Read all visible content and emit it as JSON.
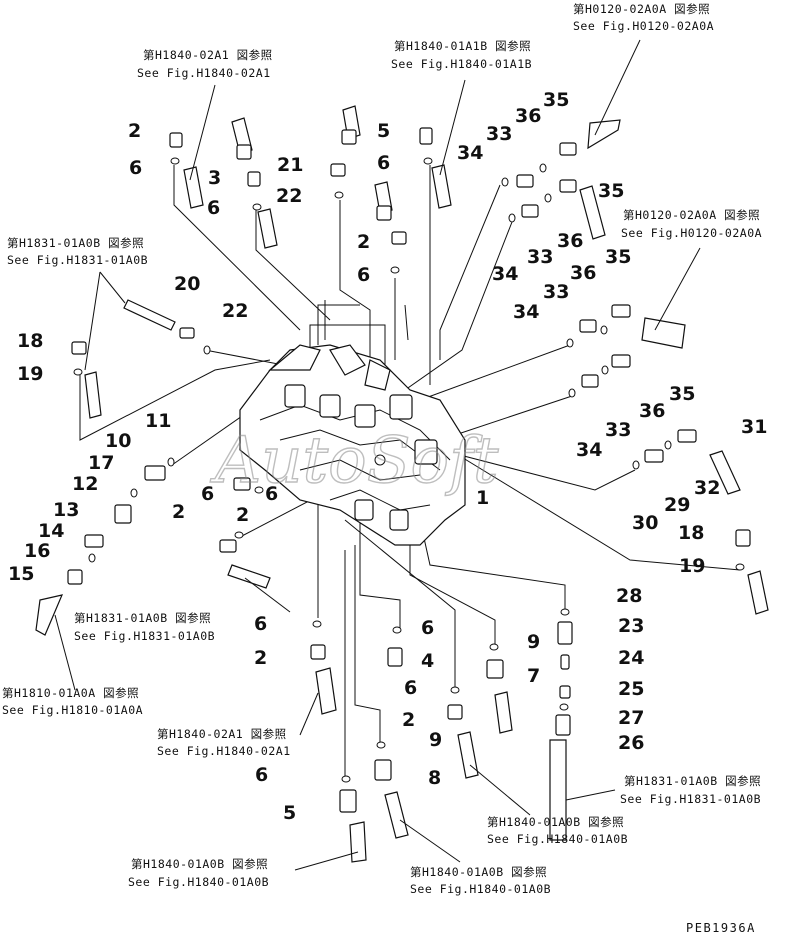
{
  "watermark": "AutoSoft",
  "drawing_code": "PEB1936A",
  "refs": [
    {
      "id": "ref-h0120-top",
      "jp": "第H0120-02A0A 図参照",
      "en": "See Fig.H0120-02A0A"
    },
    {
      "id": "ref-h1840-02a1-top",
      "jp": "第H1840-02A1 図参照",
      "en": "See Fig.H1840-02A1"
    },
    {
      "id": "ref-h1840-01a1b",
      "jp": "第H1840-01A1B 図参照",
      "en": "See Fig.H1840-01A1B"
    },
    {
      "id": "ref-h1831-left",
      "jp": "第H1831-01A0B 図参照",
      "en": "See Fig.H1831-01A0B"
    },
    {
      "id": "ref-h0120-right",
      "jp": "第H0120-02A0A 図参照",
      "en": "See Fig.H0120-02A0A"
    },
    {
      "id": "ref-h1831-mid",
      "jp": "第H1831-01A0B 図参照",
      "en": "See Fig.H1831-01A0B"
    },
    {
      "id": "ref-h1810",
      "jp": "第H1810-01A0A 図参照",
      "en": "See Fig.H1810-01A0A"
    },
    {
      "id": "ref-h1840-02a1-bottom",
      "jp": "第H1840-02A1 図参照",
      "en": "See Fig.H1840-02A1"
    },
    {
      "id": "ref-h1831-right",
      "jp": "第H1831-01A0B 図参照",
      "en": "See Fig.H1831-01A0B"
    },
    {
      "id": "ref-h1840-01a0b-mid",
      "jp": "第H1840-01A0B 図参照",
      "en": "See Fig.H1840-01A0B"
    },
    {
      "id": "ref-h1840-01a0b-left",
      "jp": "第H1840-01A0B 図参照",
      "en": "See Fig.H1840-01A0B"
    },
    {
      "id": "ref-h1840-01a0b-right",
      "jp": "第H1840-01A0B 図参照",
      "en": "See Fig.H1840-01A0B"
    }
  ],
  "callouts": [
    "2",
    "6",
    "3",
    "6",
    "21",
    "22",
    "5",
    "6",
    "2",
    "6",
    "33",
    "36",
    "35",
    "34",
    "35",
    "33",
    "36",
    "34",
    "36",
    "35",
    "33",
    "34",
    "35",
    "36",
    "33",
    "34",
    "31",
    "29",
    "32",
    "30",
    "18",
    "19",
    "20",
    "22",
    "18",
    "19",
    "11",
    "10",
    "17",
    "12",
    "13",
    "14",
    "16",
    "15",
    "2",
    "6",
    "2",
    "6",
    "1",
    "6",
    "2",
    "6",
    "4",
    "6",
    "2",
    "9",
    "7",
    "28",
    "23",
    "24",
    "25",
    "27",
    "26",
    "9",
    "8",
    "6",
    "5"
  ]
}
